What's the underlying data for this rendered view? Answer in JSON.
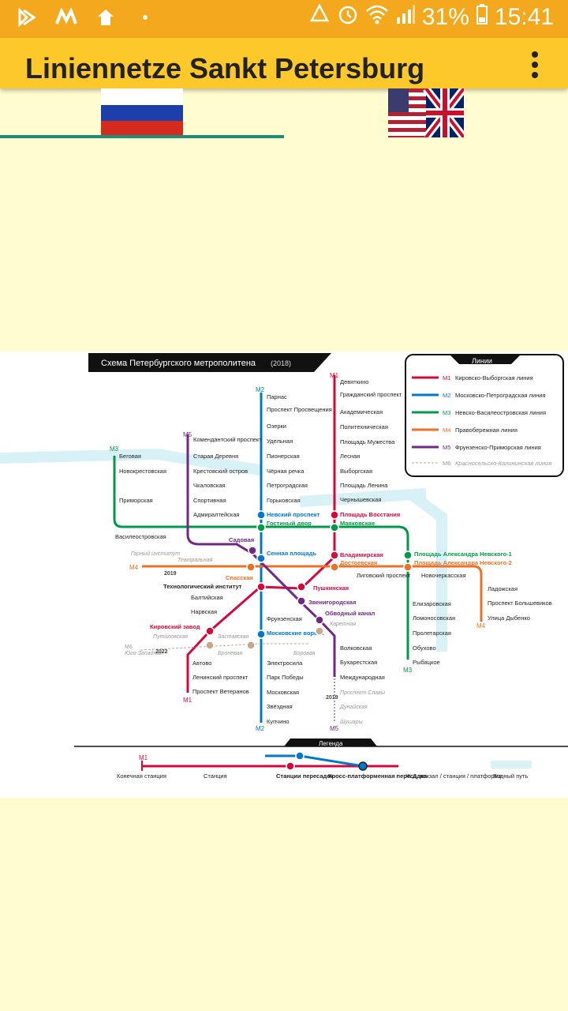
{
  "statusbar": {
    "battery": "31%",
    "time": "15:41",
    "icons_left": [
      "play-store-icon",
      "m-icon",
      "home-icon",
      "dot-icon"
    ],
    "icons_right": [
      "recycle-icon",
      "alarm-icon",
      "wifi-icon",
      "signal-icon",
      "battery-icon"
    ]
  },
  "app": {
    "title": "Liniennetze Sankt Petersburg",
    "menu_icon": "more-vert-icon"
  },
  "tabs": [
    {
      "name": "russian",
      "selected": true,
      "flag": "russia-flag"
    },
    {
      "name": "english",
      "selected": false,
      "flag": "us-uk-flag"
    }
  ],
  "colors": {
    "statusbar": "#F3A81D",
    "appbar": "#FDC82A",
    "background": "#FFFDD0",
    "indicator": "#1B8E7A",
    "m1": "#D6083B",
    "m2": "#0078C9",
    "m3": "#009A49",
    "m4": "#EA7125",
    "m5": "#702785"
  },
  "map": {
    "header": "Схема Петербургского метрополитена",
    "header_year": "(2018)",
    "legend_title": "Линии",
    "lines": [
      {
        "code": "M1",
        "name": "Кировско-Выборгская линия"
      },
      {
        "code": "M2",
        "name": "Московско-Петроградская линия"
      },
      {
        "code": "M3",
        "name": "Невско-Василеостровская линия"
      },
      {
        "code": "M4",
        "name": "Правобережная линия"
      },
      {
        "code": "M5",
        "name": "Фрунзенско-Приморская линия"
      },
      {
        "code": "M6",
        "name": "Красносельско-Калининская линия"
      }
    ],
    "m1_stations": [
      "Девяткино",
      "Гражданский проспект",
      "Академическая",
      "Политехническая",
      "Площадь Мужества",
      "Лесная",
      "Выборгская",
      "Площадь Ленина",
      "Чернышевская",
      "Площадь Восстания",
      "Владимирская",
      "Пушкинская",
      "Технологический институт",
      "Балтийская",
      "Нарвская",
      "Кировский завод",
      "Автово",
      "Ленинский проспект",
      "Проспект Ветеранов"
    ],
    "m2_stations": [
      "Парнас",
      "Проспект Просвещения",
      "Озерки",
      "Удельная",
      "Пионерская",
      "Чёрная речка",
      "Петроградская",
      "Горьковская",
      "Невский проспект",
      "Сенная площадь",
      "Фрунзенская",
      "Московские ворота",
      "Электросила",
      "Парк Победы",
      "Московская",
      "Звёздная",
      "Купчино"
    ],
    "m3_stations": [
      "Беговая",
      "Новокрестовская",
      "Приморская",
      "Василеостровская",
      "Гостиный двор",
      "Маяковская",
      "Площадь Александра Невского-1",
      "Елизаровская",
      "Ломоносовская",
      "Пролетарская",
      "Обухово",
      "Рыбацкое"
    ],
    "m4_stations": [
      "Спасская",
      "Достоевская",
      "Лиговский проспект",
      "Площадь Александра Невского-2",
      "Новочеркасская",
      "Ладожская",
      "Проспект Большевиков",
      "Улица Дыбенко"
    ],
    "m5_stations": [
      "Комендантский проспект",
      "Старая Деревня",
      "Крестовский остров",
      "Чкаловская",
      "Спортивная",
      "Адмиралтейская",
      "Садовая",
      "Звенигородская",
      "Обводный канал",
      "Волковская",
      "Бухарестская",
      "Международная"
    ],
    "future": [
      "Горный институт",
      "Театральная",
      "Путиловская",
      "Юго-Западная",
      "Броневая",
      "Заставская",
      "Каретная",
      "Боровая",
      "Проспект Славы",
      "Дунайская",
      "Шушары"
    ],
    "years": [
      "2019",
      "2019",
      "2022"
    ],
    "legend_bottom_title": "Легенда",
    "legend_items": [
      "Конечная станция",
      "Станция",
      "Станции пересадок",
      "Кросс-платформенная пересадка",
      "Ж.Д. вокзал / станция / платформа",
      "Водный путь"
    ]
  }
}
